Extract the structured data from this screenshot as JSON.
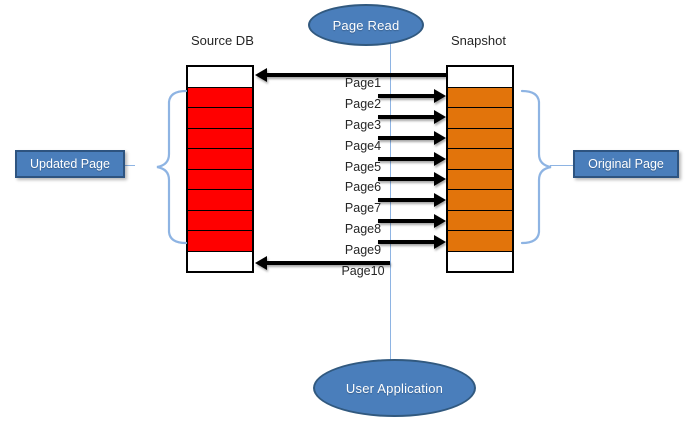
{
  "diagram": {
    "title": "Database snapshot page read diagram",
    "colors": {
      "updated_page": "#ff0000",
      "original_page": "#e2740b",
      "accent_blue": "#4a7ebb",
      "brace_blue": "#8eb4e3",
      "border_black": "#000000"
    }
  },
  "nodes": {
    "page_read": "Page Read",
    "user_application": "User Application"
  },
  "headers": {
    "source_db": "Source DB",
    "snapshot": "Snapshot"
  },
  "callouts": {
    "updated_page": "Updated Page",
    "original_page": "Original Page"
  },
  "pages": [
    {
      "label": "Page1",
      "direction": "left",
      "source_fill": "white",
      "snapshot_fill": "white"
    },
    {
      "label": "Page2",
      "direction": "right",
      "source_fill": "red",
      "snapshot_fill": "orange"
    },
    {
      "label": "Page3",
      "direction": "right",
      "source_fill": "red",
      "snapshot_fill": "orange"
    },
    {
      "label": "Page4",
      "direction": "right",
      "source_fill": "red",
      "snapshot_fill": "orange"
    },
    {
      "label": "Page5",
      "direction": "right",
      "source_fill": "red",
      "snapshot_fill": "orange"
    },
    {
      "label": "Page6",
      "direction": "right",
      "source_fill": "red",
      "snapshot_fill": "orange"
    },
    {
      "label": "Page7",
      "direction": "right",
      "source_fill": "red",
      "snapshot_fill": "orange"
    },
    {
      "label": "Page8",
      "direction": "right",
      "source_fill": "red",
      "snapshot_fill": "orange"
    },
    {
      "label": "Page9",
      "direction": "right",
      "source_fill": "red",
      "snapshot_fill": "orange"
    },
    {
      "label": "Page10",
      "direction": "left",
      "source_fill": "white",
      "snapshot_fill": "white"
    }
  ]
}
